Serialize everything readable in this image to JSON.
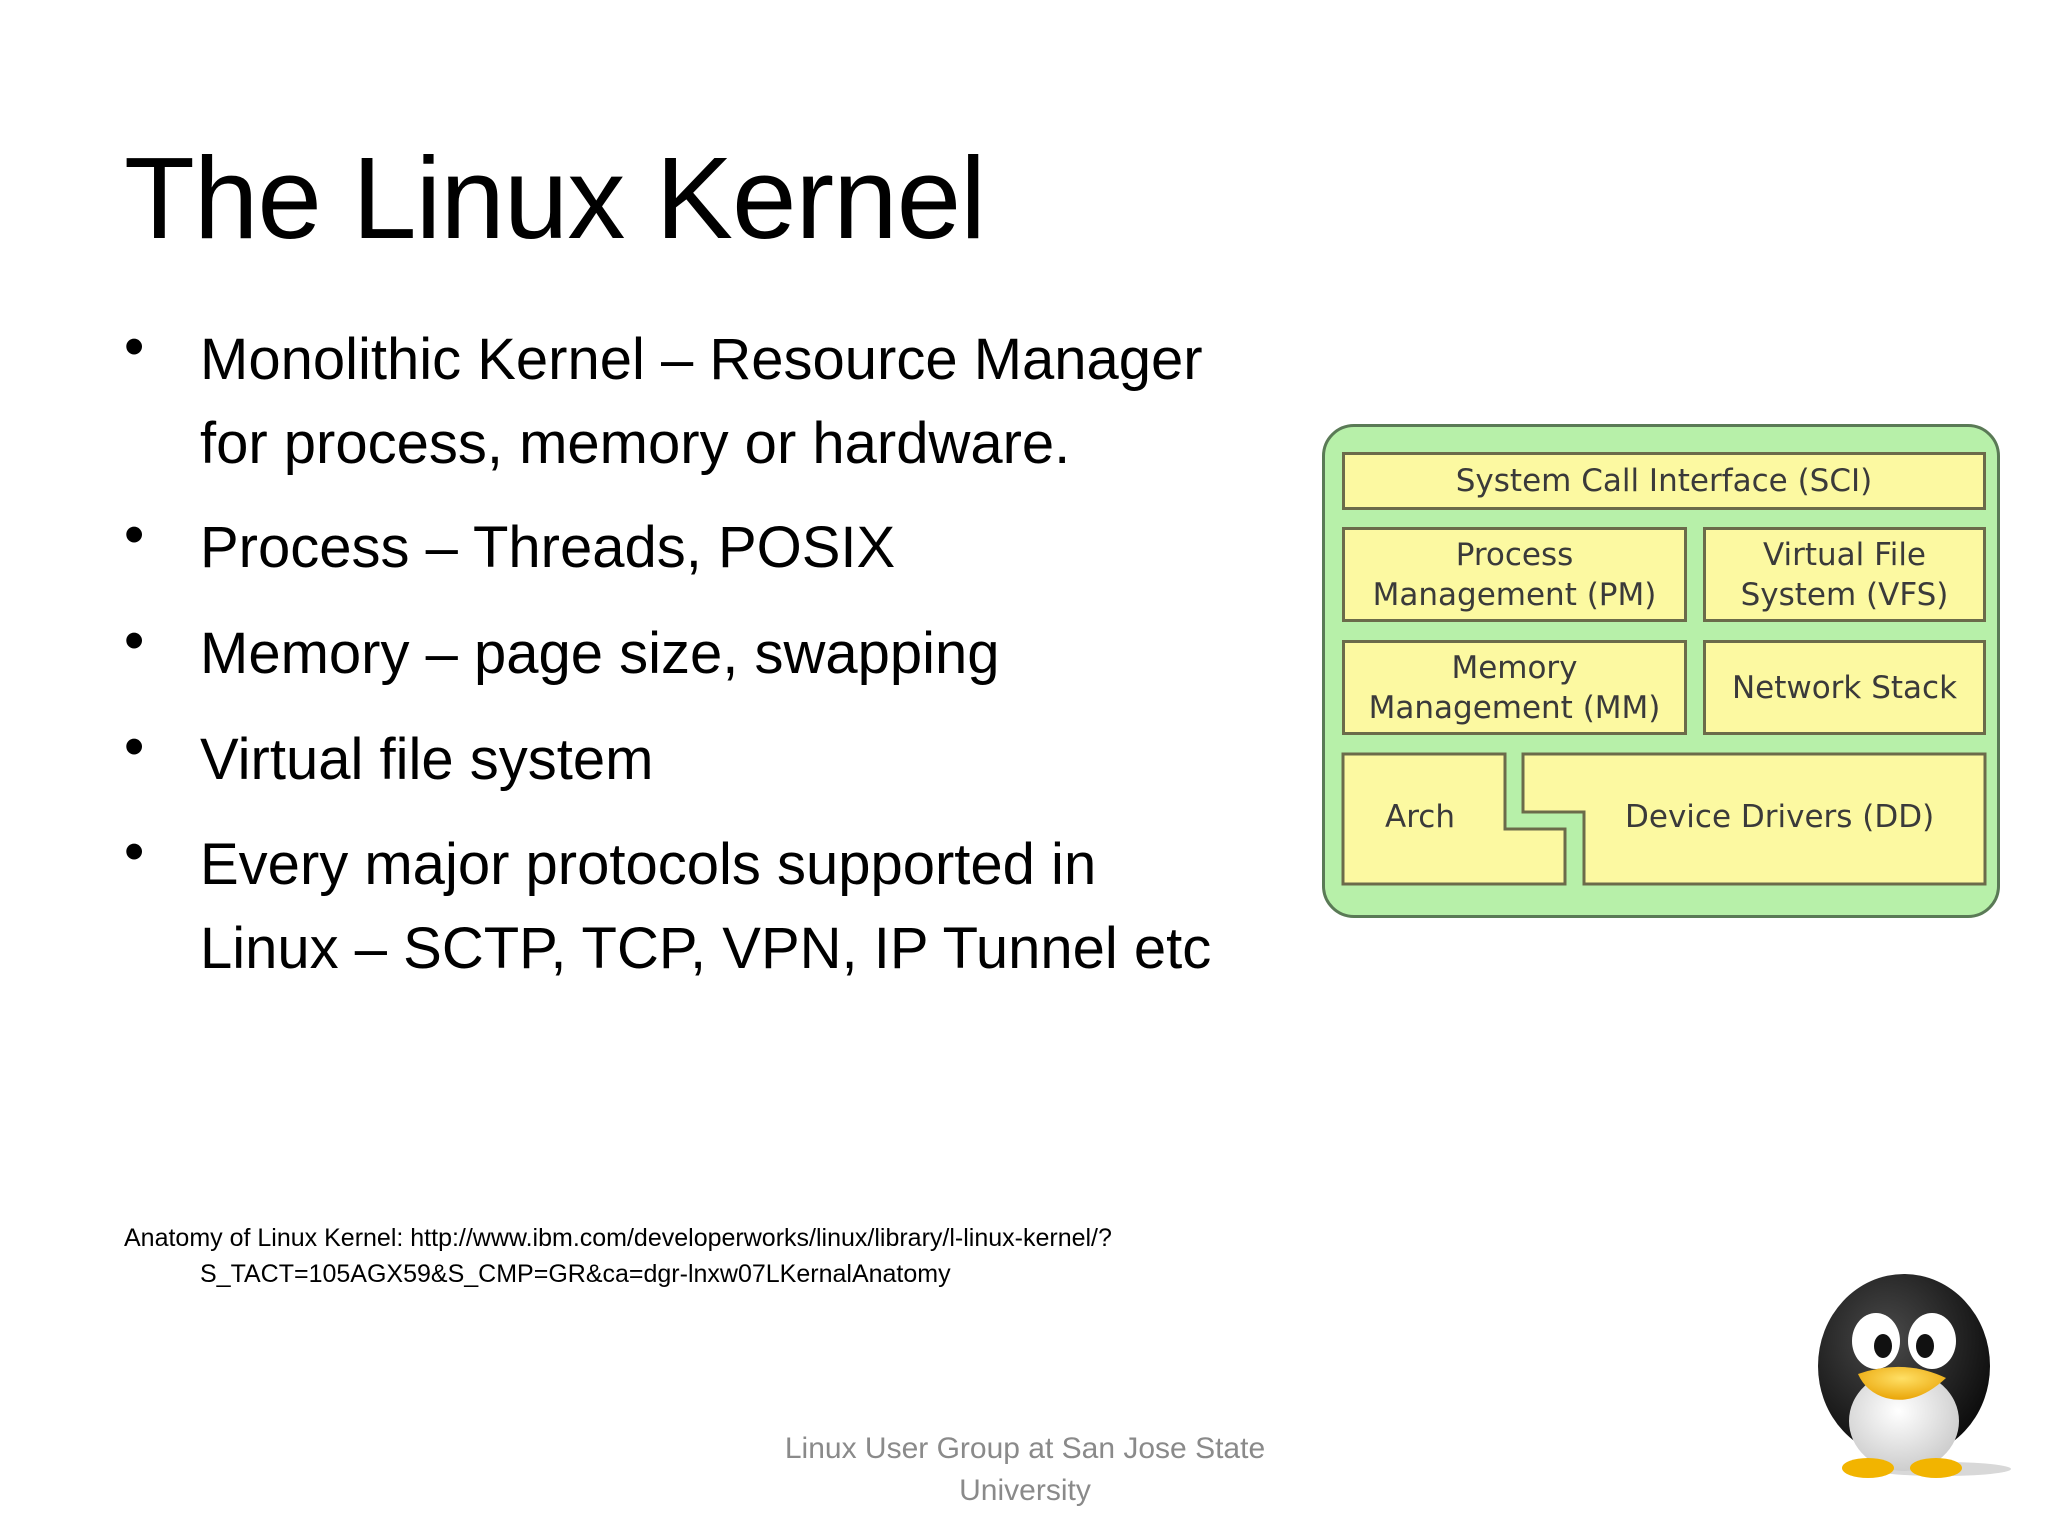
{
  "slide": {
    "title": "The Linux Kernel",
    "bullets": [
      {
        "line1": "Monolithic Kernel – Resource Manager",
        "line2": "for process, memory or hardware."
      },
      {
        "line1": "Process – Threads, POSIX"
      },
      {
        "line1": "Memory – page size, swapping"
      },
      {
        "line1": "Virtual file system"
      },
      {
        "line1": "Every major protocols supported in",
        "line2": "Linux – SCTP, TCP, VPN, IP Tunnel etc"
      }
    ],
    "bullet_char": "•",
    "citation": {
      "line1": "Anatomy of Linux Kernel: http://www.ibm.com/developerworks/linux/library/l-linux-kernel/?",
      "line2": "S_TACT=105AGX59&S_CMP=GR&ca=dgr-lnxw07LKernalAnatomy"
    },
    "footer": {
      "line1": "Linux User Group at San Jose State",
      "line2": "University"
    }
  },
  "diagram": {
    "sci": "System Call Interface (SCI)",
    "pm": {
      "line1": "Process",
      "line2": "Management (PM)"
    },
    "vfs": {
      "line1": "Virtual File",
      "line2": "System (VFS)"
    },
    "mm": {
      "line1": "Memory",
      "line2": "Management (MM)"
    },
    "net": "Network Stack",
    "arch": "Arch",
    "dd": "Device Drivers (DD)"
  },
  "colors": {
    "diagram_bg": "#b7f0a9",
    "block_fill": "#fcf9a1",
    "footer_text": "#8a8a8a"
  },
  "icons": [
    "tux-penguin-icon"
  ]
}
